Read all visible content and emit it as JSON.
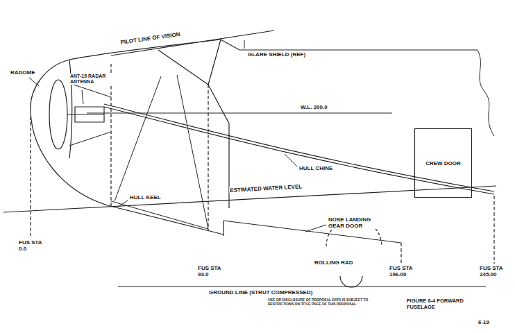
{
  "diagram": {
    "caption": "FIGURE 6-4 FORWARD FUSELAGE",
    "nodes": [
      {
        "text": [
          "CREW DOOR"
        ]
      }
    ],
    "labels": [
      "PILOT LINE OF VISION",
      "GLARE SHIELD (REF)",
      "RADOME",
      "ANT-15 RADAR ANTENNA",
      "W.L. 200.0",
      "HULL CHINE",
      "HULL KEEL",
      "ESTIMATED WATER LEVEL",
      "NOSE LANDING GEAR DOOR",
      "FUS STA 0.0",
      "ROLLING RAD",
      "FUS STA 93.0",
      "FUS STA 196.00",
      "FUS STA 245.00",
      "GROUND LINE (STRUT COMPRESSED)",
      "USE OR DISCLOSURE OF PROPOSAL DATA IS SUBJECT TO RESTRICTIONS ON TITLE PAGE OF THIS PROPOSAL.",
      "6-19"
    ]
  }
}
